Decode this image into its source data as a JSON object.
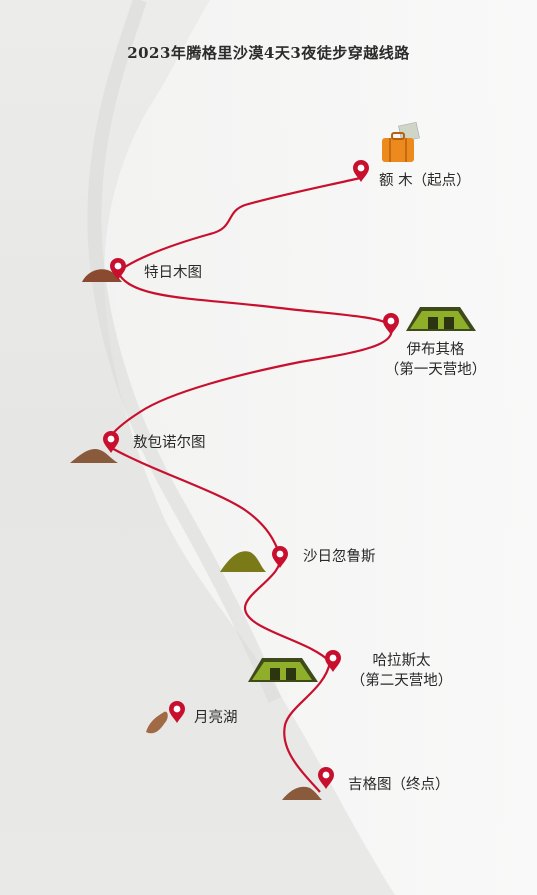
{
  "title": "2023年腾格里沙漠4天3夜徒步穿越线路",
  "colors": {
    "route": "#c8102e",
    "pin": "#c8102e",
    "dune_brown": "#8a4a30",
    "dune_olive": "#7a7a18",
    "tent_green": "#8fae2a"
  },
  "stops": [
    {
      "id": "emu",
      "name": "额 木（起点）",
      "icon": "suitcase-icon"
    },
    {
      "id": "teri",
      "name": "特日木图",
      "icon": "dune-icon"
    },
    {
      "id": "yibu",
      "name": "伊布其格",
      "note": "（第一天营地）",
      "icon": "tent-icon"
    },
    {
      "id": "ao",
      "name": "敖包诺尔图",
      "icon": "dune-icon"
    },
    {
      "id": "sha",
      "name": "沙日忽鲁斯",
      "icon": "dune-icon"
    },
    {
      "id": "ha",
      "name": "哈拉斯太",
      "note": "（第二天营地）",
      "icon": "tent-icon"
    },
    {
      "id": "lake",
      "name": "月亮湖",
      "icon": "lake-icon"
    },
    {
      "id": "ji",
      "name": "吉格图（终点）",
      "icon": "dune-icon"
    }
  ]
}
